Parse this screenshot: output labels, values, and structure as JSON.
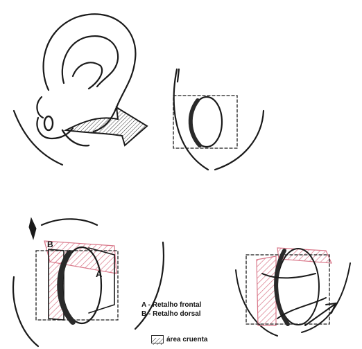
{
  "panels": [
    {
      "name": "ear-earlobe-keloid"
    },
    {
      "name": "excision-outline"
    },
    {
      "name": "frontal-dorsal-flaps"
    },
    {
      "name": "flap-rotation"
    }
  ],
  "flap_labels": {
    "a": "A",
    "b": "B"
  },
  "legend": {
    "line_a": "A - Retalho frontal",
    "line_b": "B - Retalho dorsal",
    "hatch_label": "área cruenta"
  },
  "colors": {
    "ink": "#1a1a1a",
    "hatch": "#d9788a"
  }
}
